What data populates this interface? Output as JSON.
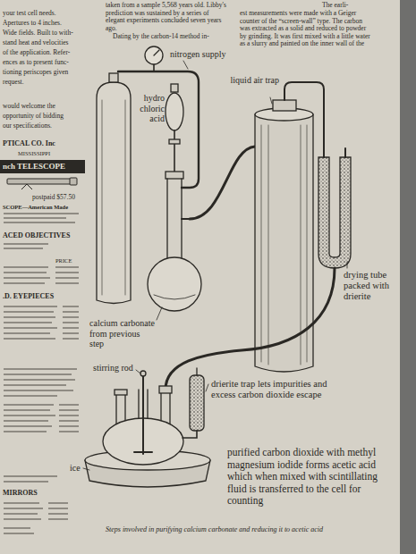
{
  "diagram": {
    "caption": "Steps involved in purifying calcium carbonate and reducing it to acetic acid",
    "labels": [
      "your test cell needs.",
      "Apertures to 4 inches.",
      "Wide fields. Built to with-",
      "stand heat and velocities",
      "of the application. Refer-",
      "ences as to present func-",
      "tioning periscopes given",
      "request.",
      "would welcome the",
      "opportunity of bidding",
      "our specifications.",
      "PTICAL CO. Inc",
      "MISSISSIPPI",
      "nch TELESCOPE",
      "postpaid $57.50",
      "SCOPE—American Made",
      "ACED OBJECTIVES",
      "PRICE",
      ".D. EYEPIECES",
      "MIRRORS",
      "taken from a sample 5,568 years old. Libby's prediction was sustained by a series of elegant experiments concluded seven years ago.",
      "Dating by the carbon-14 method in-",
      "The earli-",
      "est measurements were made with a Geiger counter of the “screen-wall” type. The carbon was extracted as a solid and reduced to powder by grinding. It was first mixed with a little water as a slurry and painted on the inner wall of the",
      "nitrogen supply",
      "hydro chloric acid",
      "liquid air trap",
      "calcium carbonate from previous step",
      "drying tube packed with drierite",
      "stirring rod",
      "drierite trap lets impurities and excess carbon dioxide escape",
      "ice",
      "purified carbon dioxide with methyl magnesium iodide forms acetic acid which when mixed with scintillating fluid is transferred to the cell for counting"
    ]
  }
}
